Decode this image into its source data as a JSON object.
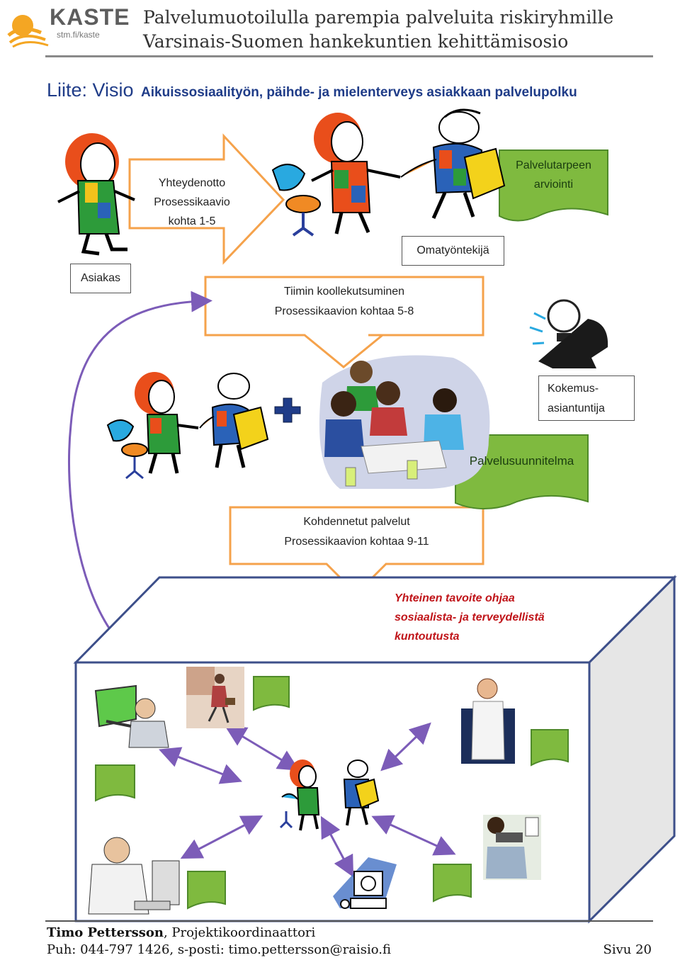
{
  "header": {
    "logo_text": "KASTE",
    "logo_sub": "stm.fi/kaste",
    "title_line1": "Palvelumuotoilulla parempia palveluita riskiryhmille",
    "title_line2": "Varsinais-Suomen hankekuntien kehittämisosio"
  },
  "page_title": {
    "prefix": "Liite: Visio",
    "text": "Aikuissosiaalityön, päihde- ja mielenterveys asiakkaan palvelupolku"
  },
  "diagram": {
    "arrow1": [
      "Yhteydenotto",
      "Prosessikaavio",
      "kohta 1-5"
    ],
    "note_assessment": [
      "Palvelutarpeen",
      "arviointi"
    ],
    "label_omatyontekija": "Omatyöntekijä",
    "label_asiakas": "Asiakas",
    "arrow2": [
      "Tiimin koollekutsuminen",
      "Prosessikaavion kohtaa 5-8"
    ],
    "label_kokemus": [
      "Kokemus-",
      "asiantuntija"
    ],
    "note_plan": "Palvelusuunnitelma",
    "arrow3": [
      "Kohdennetut palvelut",
      "Prosessikaavion kohtaa 9-11"
    ],
    "goal_text": [
      "Yhteinen tavoite ohjaa",
      "sosiaalista- ja terveydellistä",
      "kuntoutusta"
    ]
  },
  "colors": {
    "arrow_border": "#f5a24b",
    "note_green": "#7fba3f",
    "note_border": "#4f8a2a",
    "link_purple": "#7c5cb8",
    "goal_red": "#c0151a"
  },
  "footer": {
    "name": "Timo Pettersson",
    "role": ", Projektikoordinaattori",
    "contact": "Puh: 044-797 1426, s-posti: timo.pettersson@raisio.fi",
    "page": "Sivu 20"
  }
}
